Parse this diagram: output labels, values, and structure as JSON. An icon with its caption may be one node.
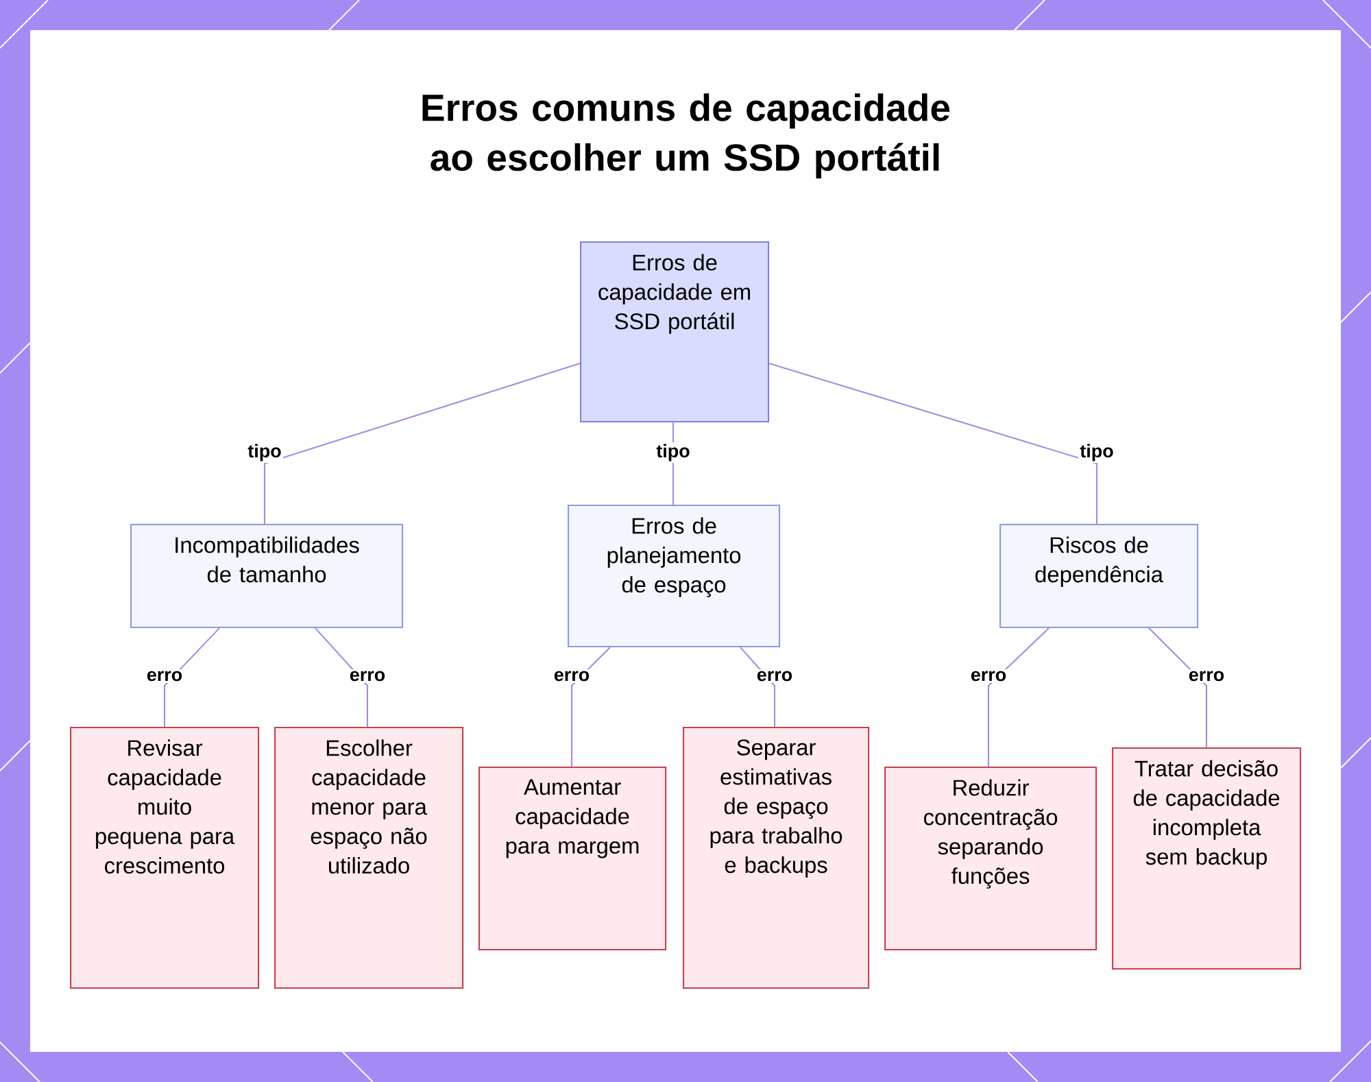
{
  "diagram": {
    "title": "Erros comuns de capacidade ao escolher um SSD portátil",
    "nodes": [
      {
        "text": [
          "Erros de capacidade em SSD portátil"
        ]
      },
      {
        "text": [
          "Incompatibilidades de tamanho"
        ]
      },
      {
        "text": [
          "Erros de planejamento de espaço"
        ]
      },
      {
        "text": [
          "Riscos de dependência"
        ]
      },
      {
        "text": [
          "Revisar capacidade muito pequena para crescimento"
        ]
      },
      {
        "text": [
          "Escolher capacidade menor para espaço não utilizado"
        ]
      },
      {
        "text": [
          "Aumentar capacidade para margem"
        ]
      },
      {
        "text": [
          "Separar estimativas de espaço para trabalho e backups"
        ]
      },
      {
        "text": [
          "Reduzir concentração separando funções"
        ]
      },
      {
        "text": [
          "Tratar decisão de capacidade incompleta sem backup"
        ]
      }
    ],
    "edges": [
      {
        "from": 0,
        "to": 1,
        "arrow": "none",
        "label": "tipo"
      },
      {
        "from": 0,
        "to": 2,
        "arrow": "none",
        "label": "tipo"
      },
      {
        "from": 0,
        "to": 3,
        "arrow": "none",
        "label": "tipo"
      },
      {
        "from": 1,
        "to": 4,
        "arrow": "none",
        "label": "erro"
      },
      {
        "from": 1,
        "to": 5,
        "arrow": "none",
        "label": "erro"
      },
      {
        "from": 2,
        "to": 6,
        "arrow": "none",
        "label": "erro"
      },
      {
        "from": 2,
        "to": 7,
        "arrow": "none",
        "label": "erro"
      },
      {
        "from": 3,
        "to": 8,
        "arrow": "none",
        "label": "erro"
      },
      {
        "from": 3,
        "to": 9,
        "arrow": "none",
        "label": "erro"
      }
    ]
  }
}
